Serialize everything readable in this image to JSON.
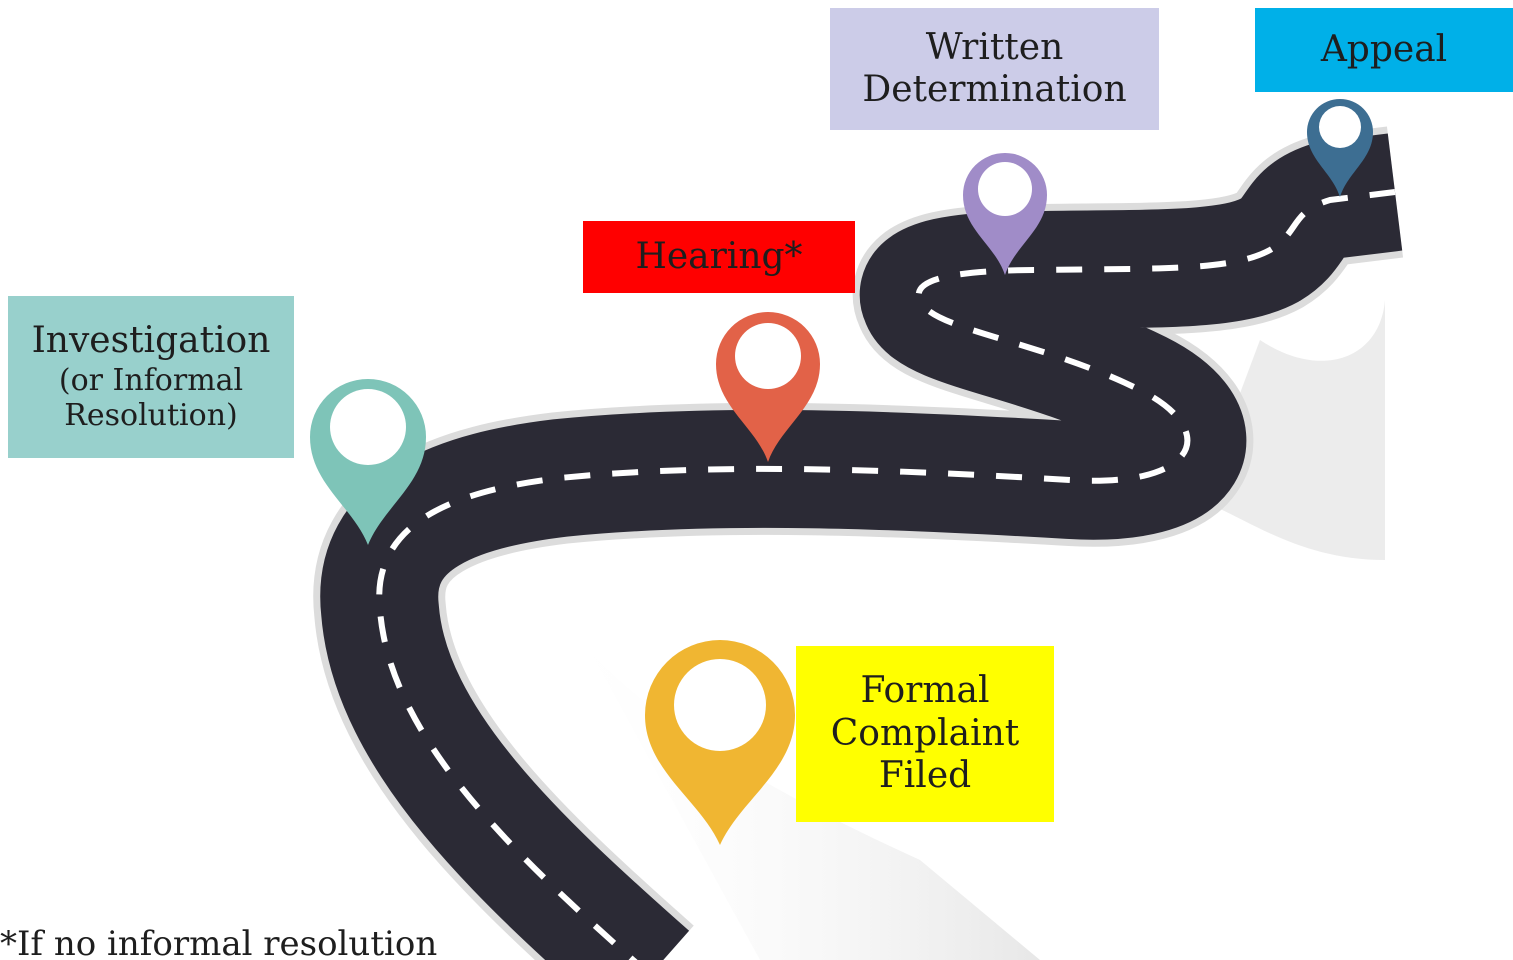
{
  "labels": {
    "formal": {
      "lines": [
        "Formal",
        "Complaint",
        "Filed"
      ],
      "bg": "#ffff00"
    },
    "investigation": {
      "main": "Investigation",
      "sub": [
        "(or Informal",
        "Resolution)"
      ],
      "bg": "#98d0cc"
    },
    "hearing": {
      "text": "Hearing*",
      "bg": "#ff0000"
    },
    "written": {
      "lines": [
        "Written",
        "Determination"
      ],
      "bg": "#cccce8"
    },
    "appeal": {
      "text": "Appeal",
      "bg": "#00b0e8"
    }
  },
  "pins": [
    {
      "name": "formal-complaint-pin-icon",
      "color": "#f0b632"
    },
    {
      "name": "investigation-pin-icon",
      "color": "#7ec4b8"
    },
    {
      "name": "hearing-pin-icon",
      "color": "#e26248"
    },
    {
      "name": "written-determination-pin-icon",
      "color": "#a08cc8"
    },
    {
      "name": "appeal-pin-icon",
      "color": "#3d6e92"
    }
  ],
  "road": {
    "asphalt": "#2b2a35",
    "edge": "#dcdcdc",
    "dash": "#ffffff",
    "shadow": "#cfcfcf"
  },
  "footnote": "*If no informal resolution"
}
